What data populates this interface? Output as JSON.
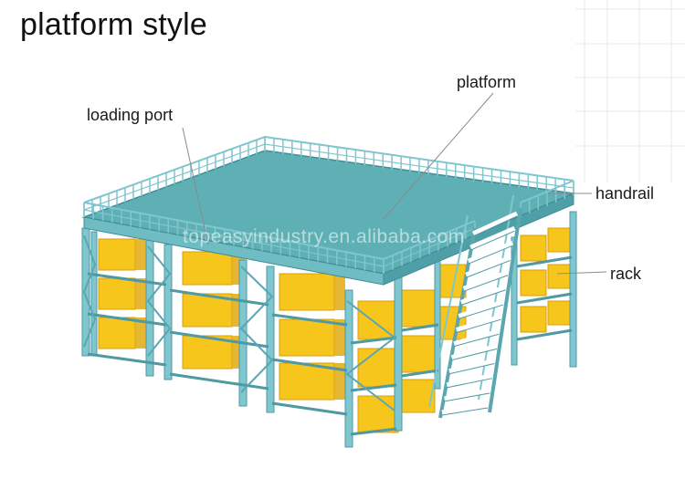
{
  "title": "platform style",
  "labels": {
    "platform": "platform",
    "loading_port": "loading port",
    "handrail": "handrail",
    "rack": "rack"
  },
  "watermark": "topeasyindustry.en.alibaba.com",
  "colors": {
    "platform_deck": "#5fb0b5",
    "steel": "#7fc6cf",
    "steel_dark": "#4f99a3",
    "box": "#f7c61c",
    "box_shade": "#e0a80f",
    "leader": "#8a8a8a"
  }
}
